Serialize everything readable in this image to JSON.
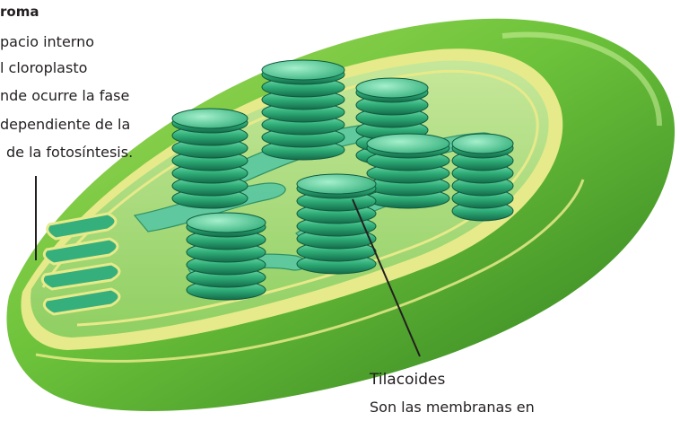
{
  "labels": {
    "stroma": {
      "title": "roma",
      "lines": [
        "pacio interno",
        "l cloroplasto",
        "nde ocurre la fase",
        "dependiente de la",
        "de la fotosíntesis."
      ]
    },
    "tilacoides": {
      "title": "Tilacoides",
      "lines": [
        "Son las membranas en"
      ]
    }
  },
  "colors": {
    "outer_membrane": "#6fbe3c",
    "outer_dark": "#2e7d1f",
    "membrane_edge": "#e7ea8a",
    "stroma_bg": "#a8d87a",
    "thylakoid": "#2fae78",
    "thylakoid_dark": "#136b4a",
    "thylakoid_light": "#7fe0b4"
  }
}
